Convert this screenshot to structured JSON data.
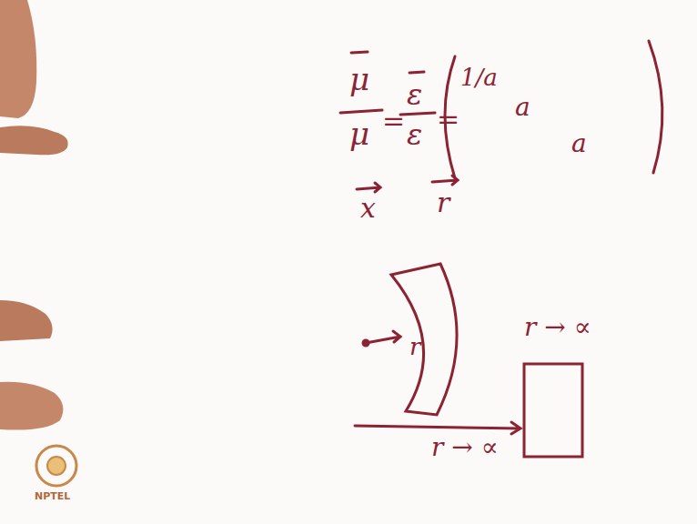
{
  "diagram": {
    "nodes": [
      {
        "text": [
          "r"
        ]
      }
    ],
    "labels": [
      "μ",
      "μ",
      "=",
      "ε",
      "ε",
      "=",
      "1/a",
      "a",
      "a",
      "x",
      "r",
      "r → ∝",
      "r → ∝",
      "NPTEL"
    ]
  }
}
